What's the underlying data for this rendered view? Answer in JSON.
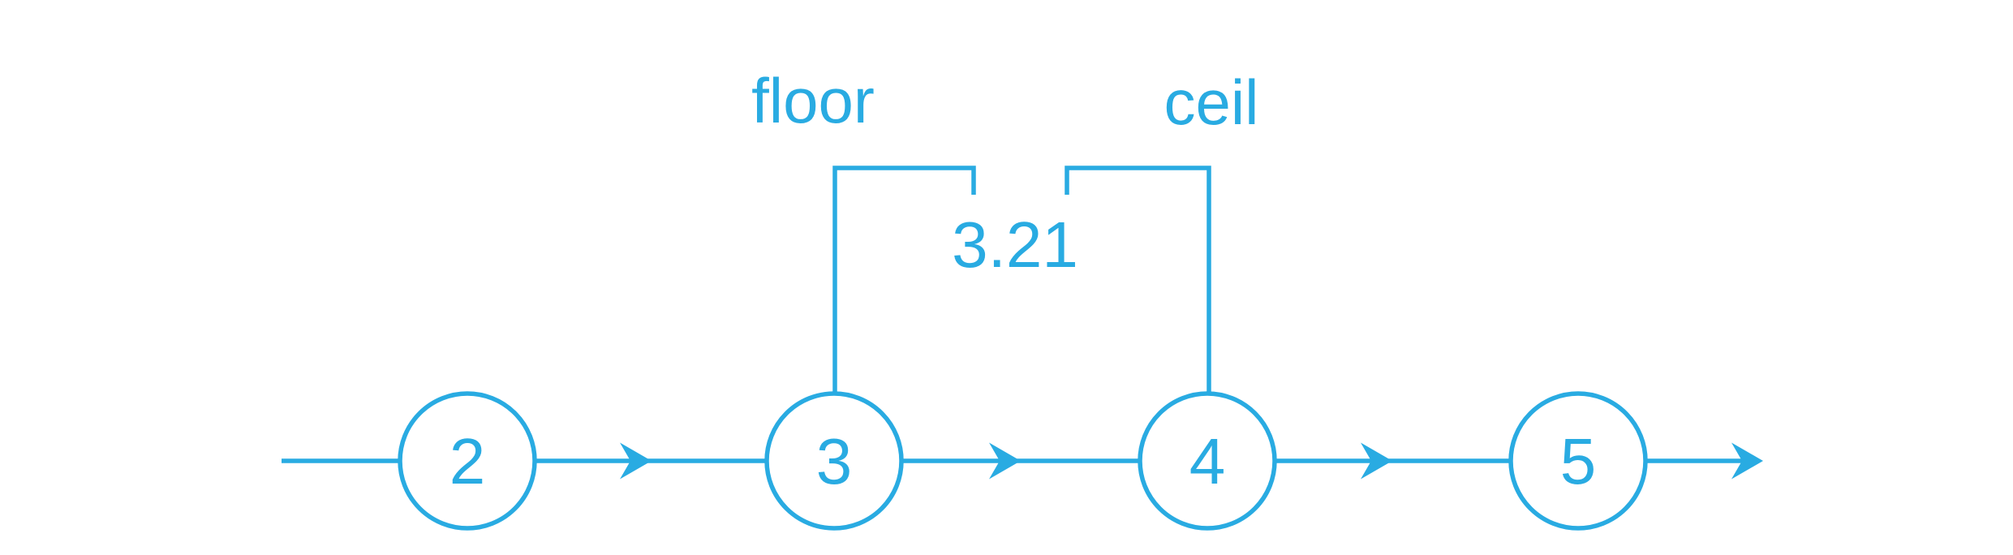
{
  "colors": {
    "accent": "#29ABE2",
    "background": "#FFFFFF"
  },
  "diagram": {
    "type": "number-line-floor-ceil",
    "value_label": "3.21",
    "floor_label": "floor",
    "ceil_label": "ceil",
    "nodes": [
      {
        "value": "2"
      },
      {
        "value": "3"
      },
      {
        "value": "4"
      },
      {
        "value": "5"
      }
    ],
    "floor_result": "3",
    "ceil_result": "4"
  }
}
